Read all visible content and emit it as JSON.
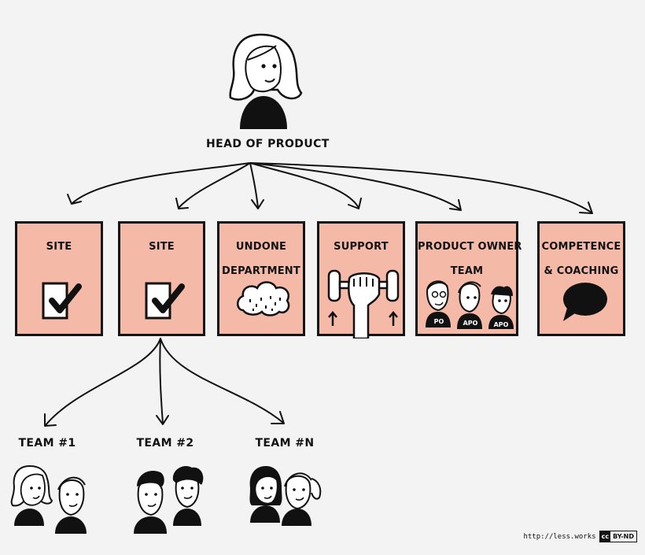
{
  "head": {
    "title": "HEAD OF PRODUCT"
  },
  "units": [
    {
      "lines": [
        "SITE"
      ],
      "icon": "checkbox-icon"
    },
    {
      "lines": [
        "SITE"
      ],
      "icon": "checkbox-icon"
    },
    {
      "lines": [
        "UNDONE",
        "DEPARTMENT"
      ],
      "icon": "rain-cloud-icon"
    },
    {
      "lines": [
        "SUPPORT"
      ],
      "icon": "dumbbell-fist-icon"
    },
    {
      "lines": [
        "PRODUCT OWNER",
        "TEAM"
      ],
      "icon": "product-owners-icon",
      "badges": [
        "PO",
        "APO",
        "APO"
      ]
    },
    {
      "lines": [
        "COMPETENCE",
        "& COACHING"
      ],
      "icon": "speech-bubble-icon"
    }
  ],
  "teams": [
    {
      "name": "TEAM #1"
    },
    {
      "name": "TEAM #2"
    },
    {
      "name": "TEAM #N"
    }
  ],
  "footer": {
    "url": "http://less.works",
    "license_cc": "cc",
    "license_terms": "BY-ND"
  }
}
